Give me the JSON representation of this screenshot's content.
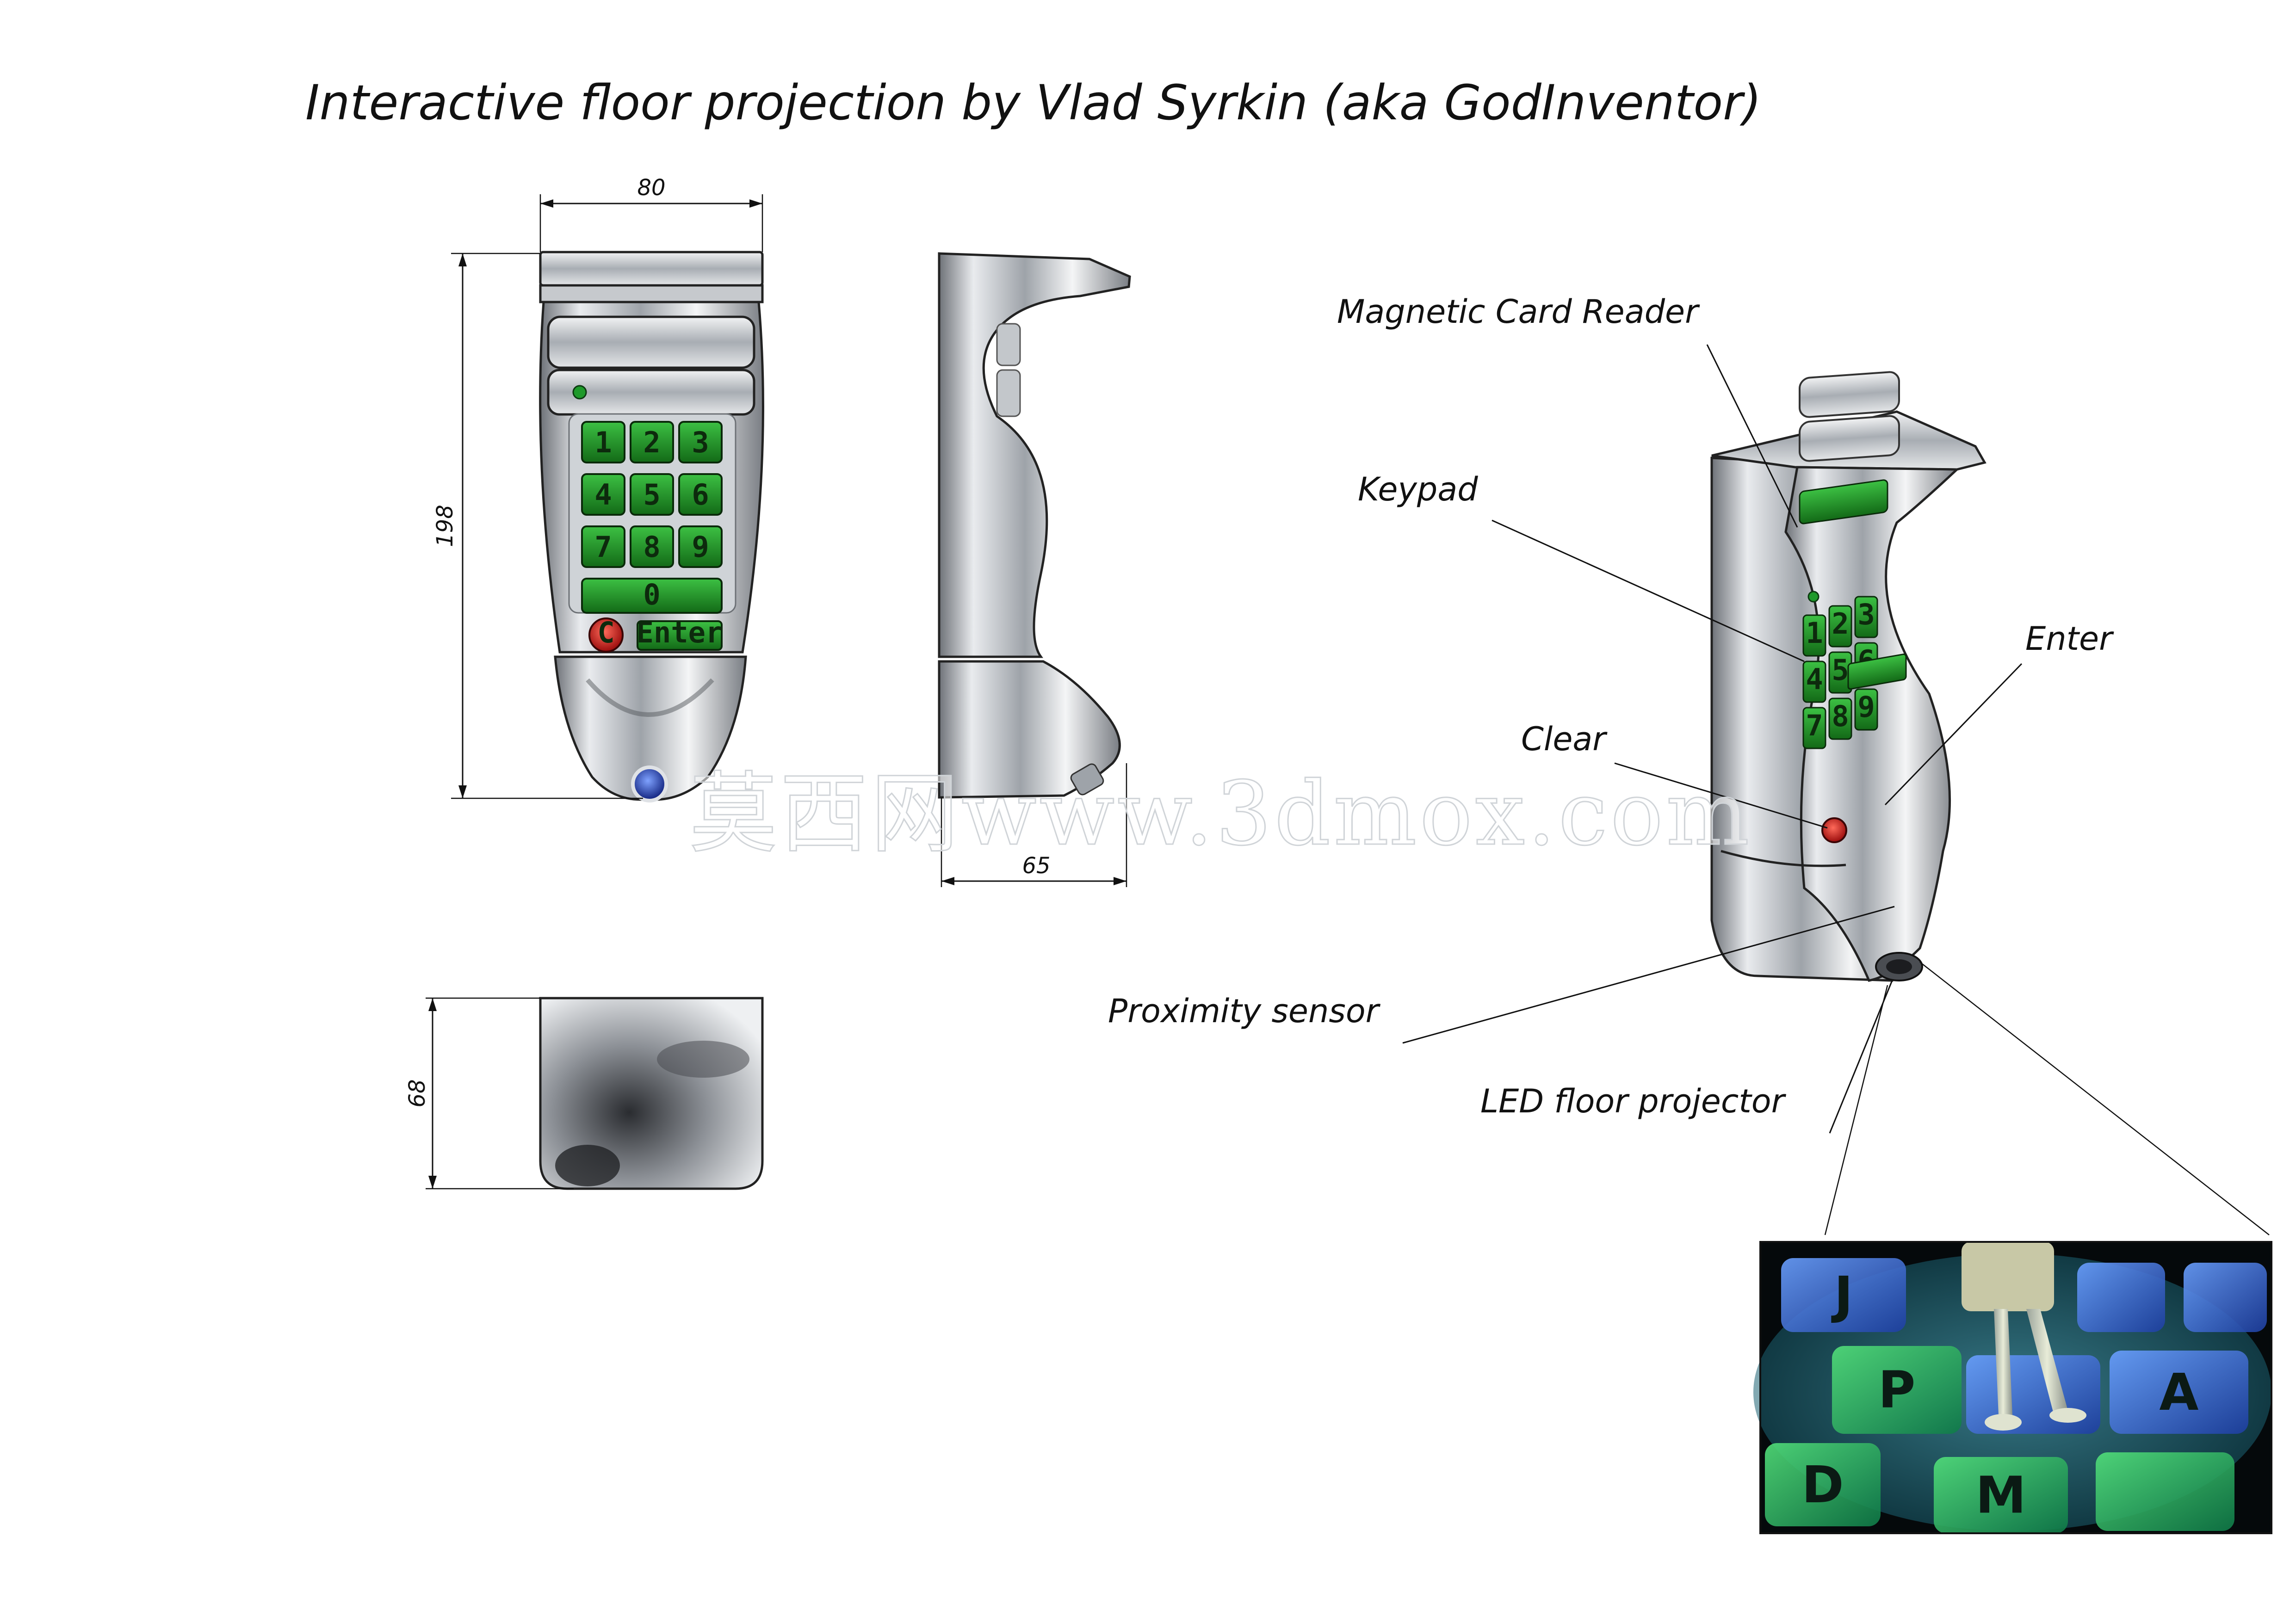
{
  "title": "Interactive floor projection by Vlad Syrkin (aka GodInventor)",
  "dimensions": {
    "front_width": "80",
    "front_height": "198",
    "side_depth": "65",
    "bottom_depth": "68"
  },
  "keypad": {
    "keys": [
      "1",
      "2",
      "3",
      "4",
      "5",
      "6",
      "7",
      "8",
      "9"
    ],
    "zero": "0",
    "clear": "C",
    "enter": "Enter"
  },
  "callouts": {
    "card_reader": "Magnetic Card Reader",
    "keypad": "Keypad",
    "enter": "Enter",
    "clear": "Clear",
    "proximity": "Proximity sensor",
    "projector": "LED  floor projector"
  },
  "photo_tiles": [
    "J",
    "P",
    "D",
    "M",
    "A"
  ],
  "watermark": "莫西网www.3dmox.com",
  "colors": {
    "metal": "#b8bcc2",
    "keypad_green": "#1f8a23",
    "clear_red": "#d01c1c",
    "sensor_blue": "#1f3fb8"
  }
}
